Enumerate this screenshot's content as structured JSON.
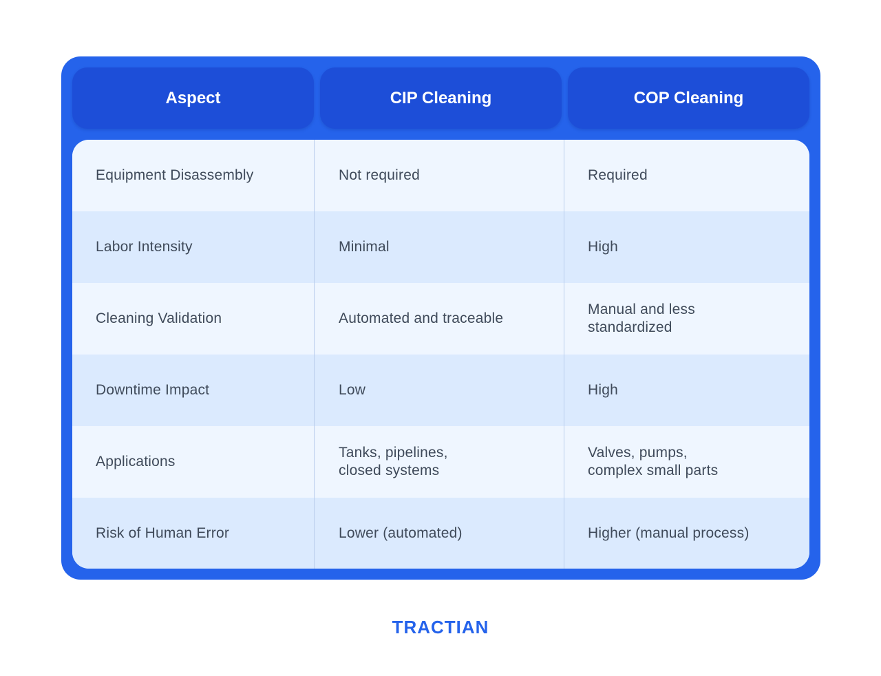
{
  "table": {
    "headers": [
      "Aspect",
      "CIP Cleaning",
      "COP Cleaning"
    ],
    "rows": [
      [
        "Equipment Disassembly",
        "Not required",
        "Required"
      ],
      [
        "Labor Intensity",
        "Minimal",
        "High"
      ],
      [
        "Cleaning Validation",
        "Automated and traceable",
        "Manual and less\nstandardized"
      ],
      [
        "Downtime Impact",
        "Low",
        "High"
      ],
      [
        "Applications",
        "Tanks, pipelines,\nclosed systems",
        "Valves, pumps,\ncomplex small parts"
      ],
      [
        "Risk of Human Error",
        "Lower (automated)",
        "Higher (manual process)"
      ]
    ]
  },
  "brand": {
    "logo_text": "TRACTIAN",
    "accent_color": "#2563EB",
    "header_color": "#1D4ED8"
  }
}
